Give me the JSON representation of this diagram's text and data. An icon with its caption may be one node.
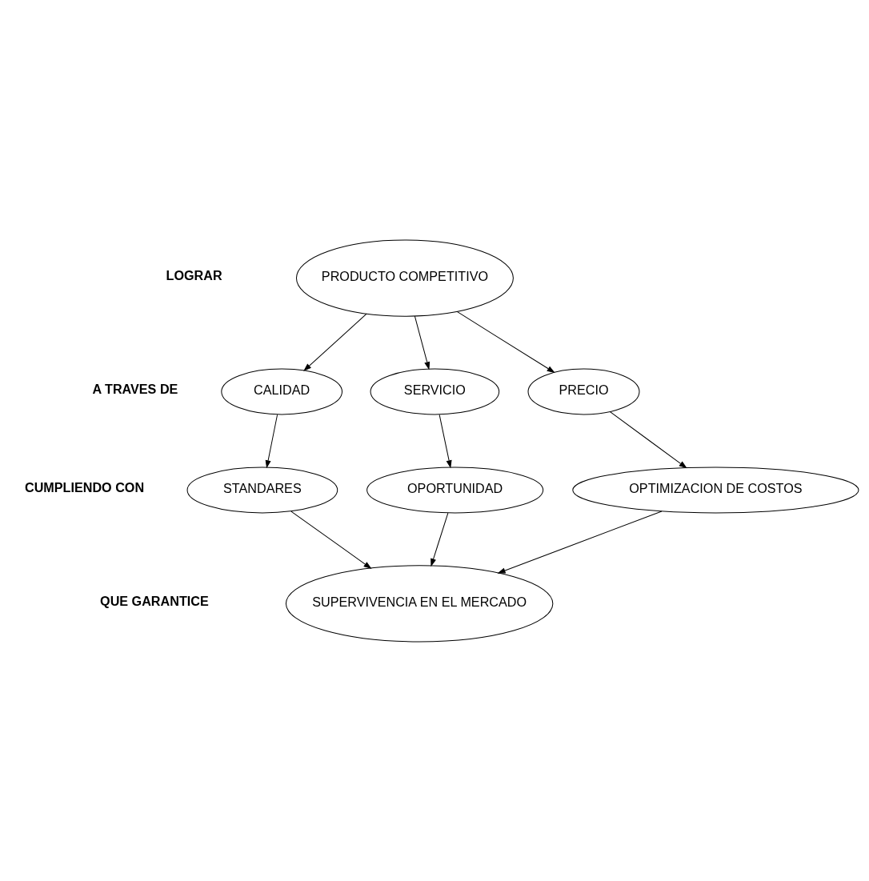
{
  "diagram": {
    "nodes": [
      {
        "text": [
          "PRODUCTO COMPETITIVO"
        ]
      },
      {
        "text": [
          "CALIDAD"
        ]
      },
      {
        "text": [
          "SERVICIO"
        ]
      },
      {
        "text": [
          "PRECIO"
        ]
      },
      {
        "text": [
          "STANDARES"
        ]
      },
      {
        "text": [
          "OPORTUNIDAD"
        ]
      },
      {
        "text": [
          "OPTIMIZACION DE COSTOS"
        ]
      },
      {
        "text": [
          "SUPERVIVENCIA EN EL MERCADO"
        ]
      }
    ],
    "edges": [
      {
        "from": 0,
        "to": 1,
        "arrow": "to"
      },
      {
        "from": 0,
        "to": 2,
        "arrow": "to"
      },
      {
        "from": 0,
        "to": 3,
        "arrow": "to"
      },
      {
        "from": 1,
        "to": 4,
        "arrow": "to"
      },
      {
        "from": 2,
        "to": 5,
        "arrow": "to"
      },
      {
        "from": 3,
        "to": 6,
        "arrow": "to"
      },
      {
        "from": 4,
        "to": 7,
        "arrow": "to"
      },
      {
        "from": 5,
        "to": 7,
        "arrow": "to"
      },
      {
        "from": 6,
        "to": 7,
        "arrow": "to"
      }
    ],
    "labels": [
      "LOGRAR",
      "A TRAVES DE",
      "CUMPLIENDO CON",
      "QUE GARANTICE"
    ]
  }
}
